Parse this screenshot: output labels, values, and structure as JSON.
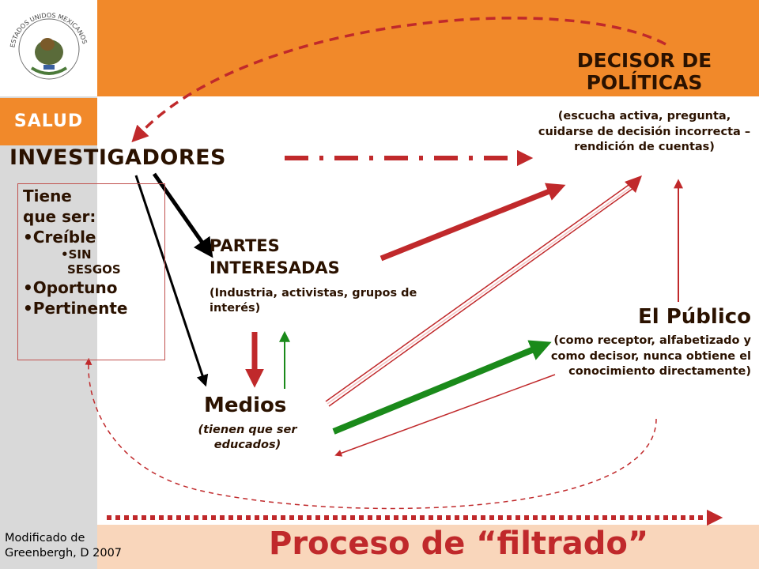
{
  "header": {
    "seal_text": "ESTADOS UNIDOS MEXICANOS",
    "brand": "SALUD"
  },
  "nodes": {
    "decisor": {
      "title": "DECISOR DE POLÍTICAS",
      "desc": "(escucha activa, pregunta, cuidarse de decisión incorrecta – rendición de cuentas)"
    },
    "investigadores": {
      "title": "INVESTIGADORES"
    },
    "requisitos": {
      "intro_1": "Tiene",
      "intro_2": "que ser:",
      "items": [
        "Creíble",
        "Oportuno",
        "Pertinente"
      ],
      "subitem_1": "SIN",
      "subitem_2": "SESGOS"
    },
    "partes": {
      "title_1": "PARTES",
      "title_2": "INTERESADAS",
      "desc": "(Industria, activistas, grupos de interés)"
    },
    "publico": {
      "title": "El Público",
      "desc": "(como receptor, alfabetizado y como decisor, nunca obtiene el conocimiento directamente)"
    },
    "medios": {
      "title": "Medios",
      "desc": "(tienen que ser educados)"
    }
  },
  "footer": {
    "credit_1": "Modificado de",
    "credit_2": "Greenbergh, D 2007",
    "title": "Proceso de “filtrado”"
  },
  "colors": {
    "orange": "#f1892a",
    "red": "#c0292b",
    "green": "#1a8a1a",
    "sidebar": "#d9d9d9",
    "band": "#f9d6bb"
  }
}
